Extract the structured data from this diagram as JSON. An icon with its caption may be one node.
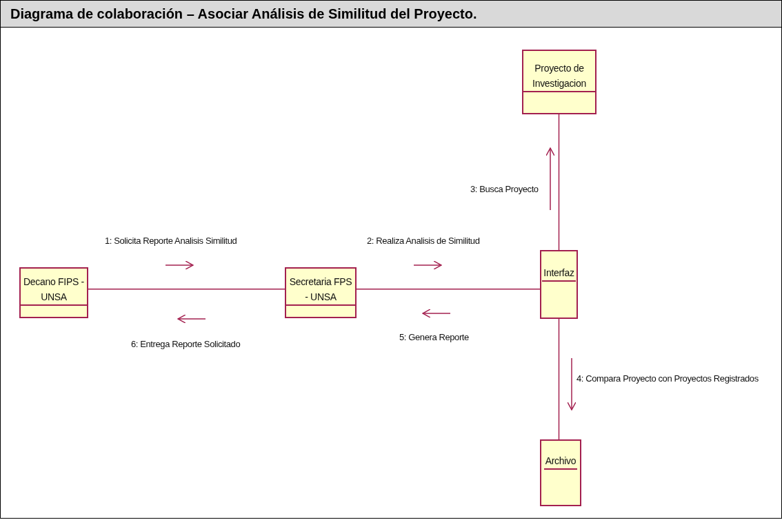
{
  "diagram": {
    "title": "Diagrama de colaboración – Asociar Análisis de Similitud del Proyecto.",
    "nodes": [
      {
        "text": [
          "Decano FIPS - UNSA"
        ]
      },
      {
        "text": [
          "Secretaria FPS - UNSA"
        ]
      },
      {
        "text": [
          "Proyecto de Investigacion"
        ]
      },
      {
        "text": [
          "Interfaz"
        ]
      },
      {
        "text": [
          "Archivo"
        ]
      }
    ],
    "edges": [
      {
        "from": 0,
        "to": 1,
        "arrow": "none"
      },
      {
        "from": 1,
        "to": 3,
        "arrow": "none"
      },
      {
        "from": 3,
        "to": 2,
        "arrow": "none"
      },
      {
        "from": 3,
        "to": 4,
        "arrow": "none"
      }
    ],
    "labels": [
      "1: Solicita Reporte Analisis Similitud",
      "2: Realiza Analisis de Similitud",
      "3: Busca Proyecto",
      "4: Compara Proyecto con Proyectos Registrados",
      "5: Genera Reporte",
      "6: Entrega Reporte Solicitado"
    ]
  }
}
